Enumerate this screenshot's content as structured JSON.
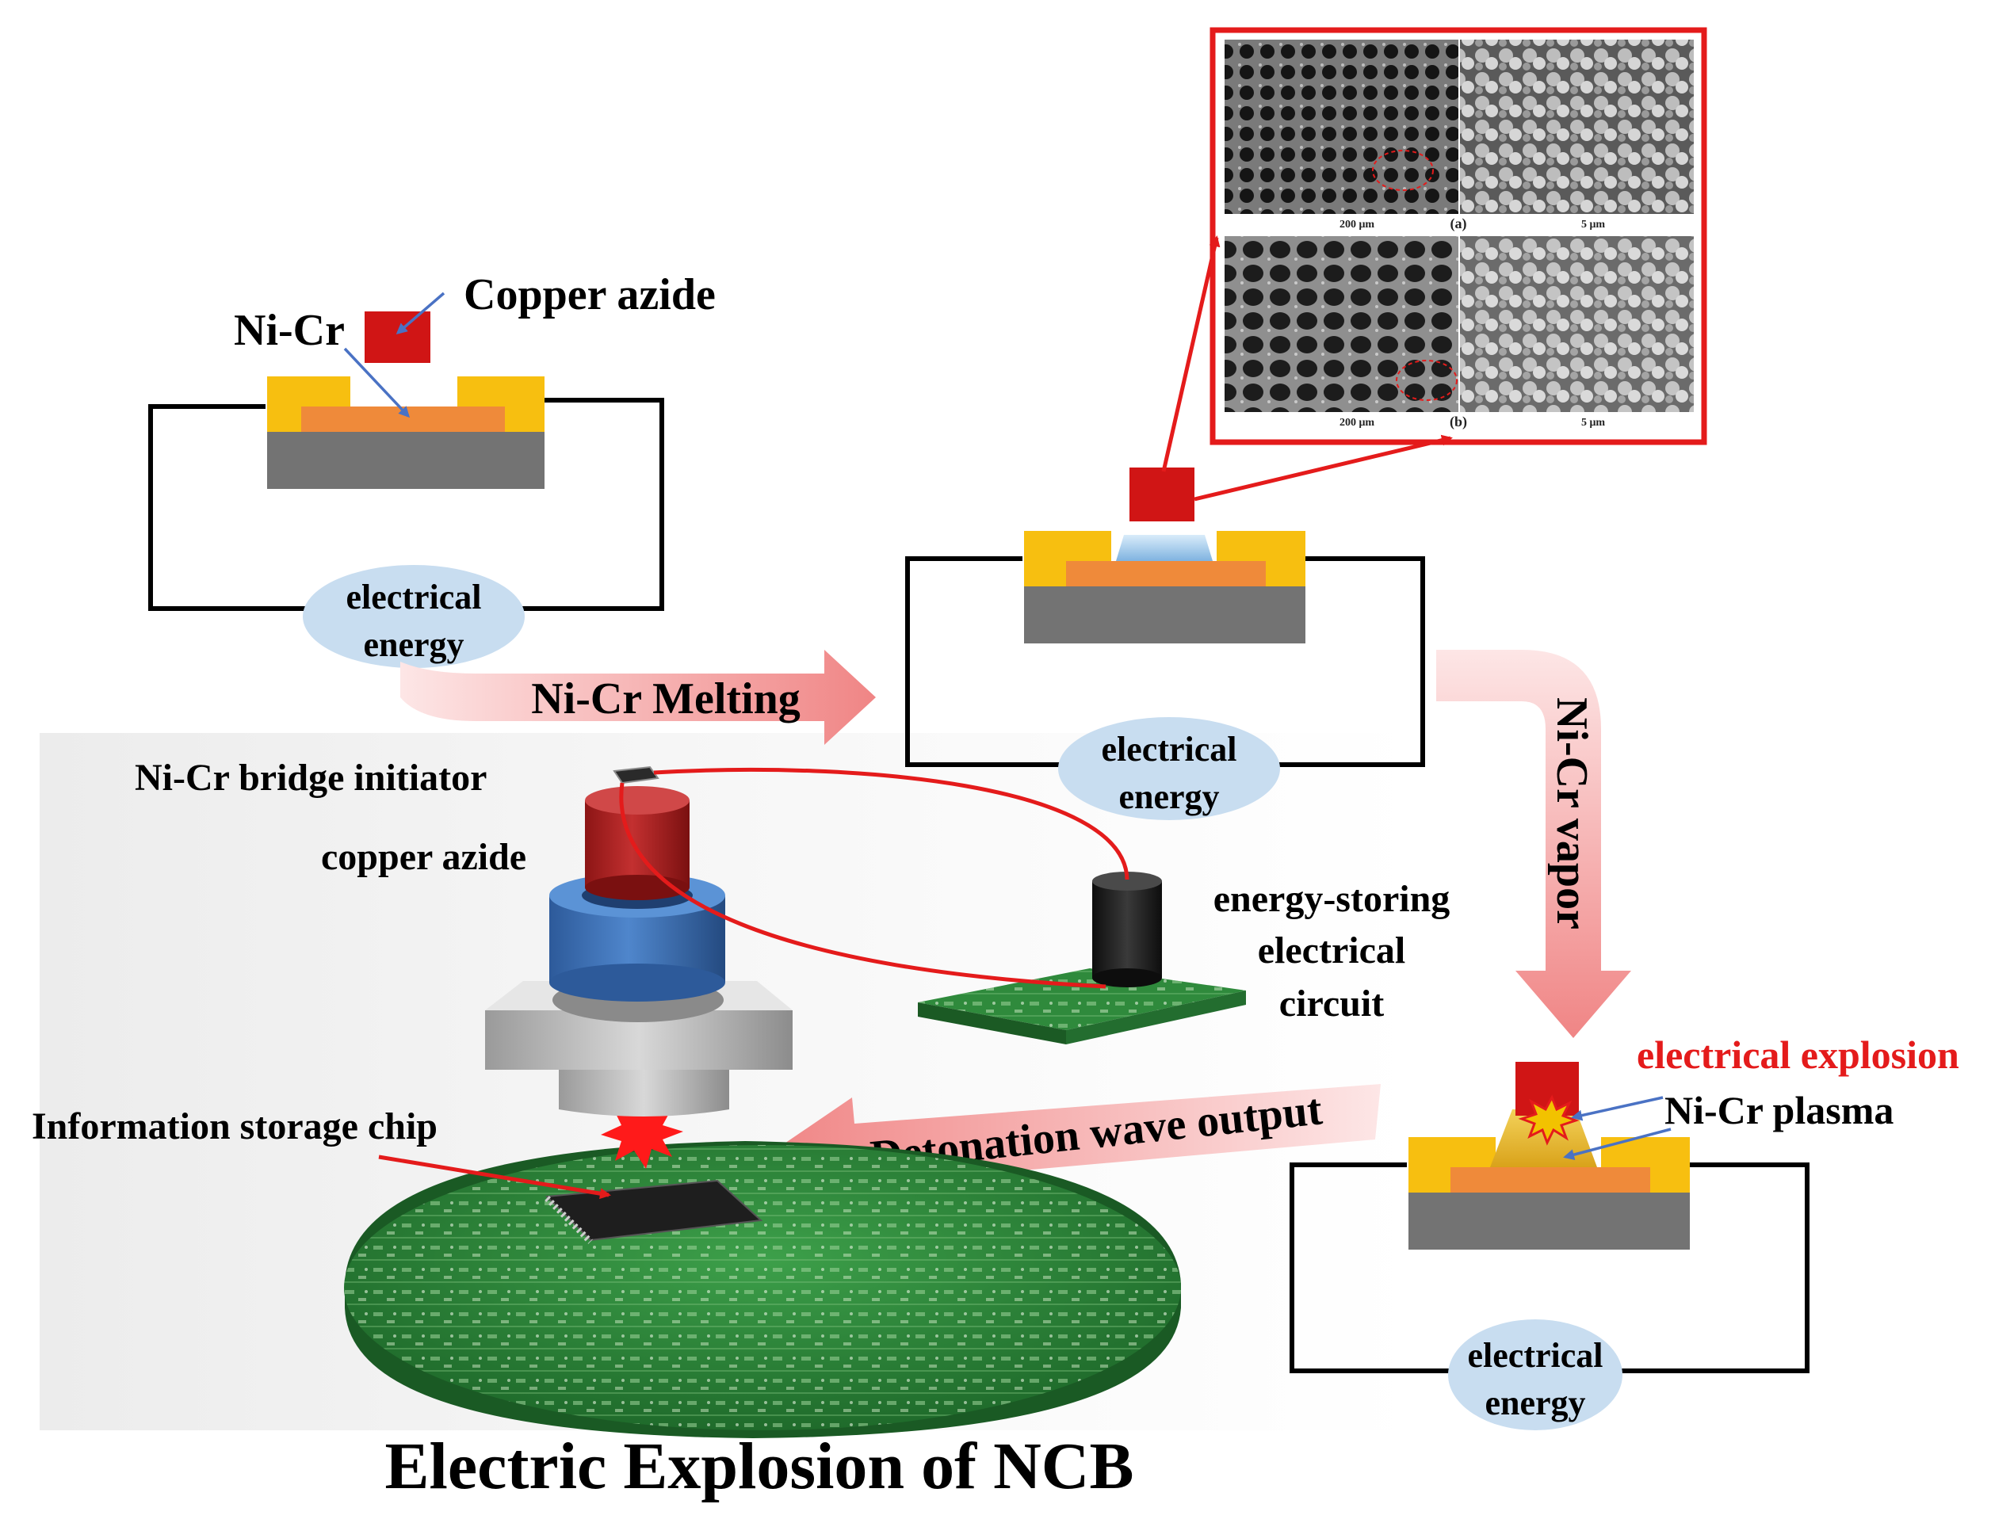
{
  "title": "Electric Explosion of NCB",
  "colors": {
    "wire_red": "#e41b1b",
    "copper_azide": "#d01515",
    "electrode_gold": "#f7bf10",
    "nicr_orange": "#ef8a3a",
    "substrate_gray": "#737373",
    "energy_ellipse": "#c8ddf0",
    "arrow_pink": "#f29a9a",
    "pcb_green": "#2f8a3c"
  },
  "stage1": {
    "label_copper_azide": "Copper azide",
    "label_nicr": "Ni-Cr",
    "energy_line1": "electrical",
    "energy_line2": "energy"
  },
  "stage2": {
    "energy_line1": "electrical",
    "energy_line2": "energy"
  },
  "stage3": {
    "label_explosion": "electrical explosion",
    "label_plasma": "Ni-Cr plasma",
    "energy_line1": "electrical",
    "energy_line2": "energy"
  },
  "arrows": {
    "melting": "Ni-Cr Melting",
    "vapor": "Ni-Cr vapor",
    "detonation": "Detonation wave output"
  },
  "sem": {
    "label_a": "(a)",
    "label_b": "(b)",
    "scale_a_left": "200 μm",
    "scale_a_right": "5 μm",
    "scale_b_left": "200 μm",
    "scale_b_right": "5 μm"
  },
  "device": {
    "label_initiator": "Ni-Cr bridge initiator",
    "label_copper_azide": "copper azide",
    "label_circuit_1": "energy-storing",
    "label_circuit_2": "electrical",
    "label_circuit_3": "circuit",
    "label_chip": "Information storage chip"
  }
}
